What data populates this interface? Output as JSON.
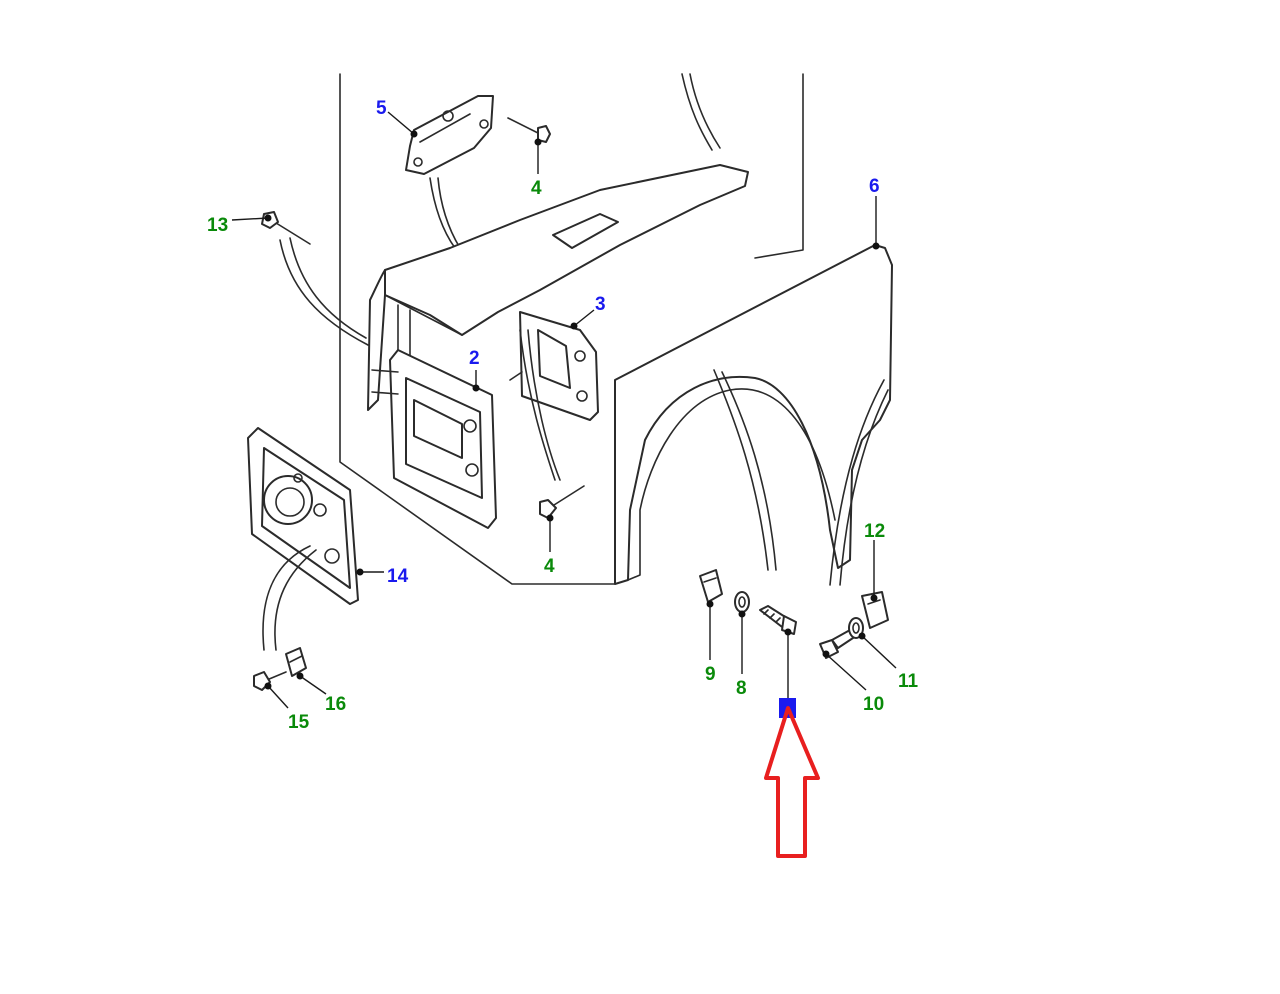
{
  "colors": {
    "label_blue": "#1a1aee",
    "label_green": "#0a8a0a",
    "arrow_red": "#e81f1f",
    "line": "#2b2b2b",
    "highlight_blue": "#1a1aee"
  },
  "callouts": [
    {
      "id": "2",
      "text": "2",
      "color": "blue"
    },
    {
      "id": "3",
      "text": "3",
      "color": "blue"
    },
    {
      "id": "4a",
      "text": "4",
      "color": "green"
    },
    {
      "id": "4b",
      "text": "4",
      "color": "green"
    },
    {
      "id": "5",
      "text": "5",
      "color": "blue"
    },
    {
      "id": "6",
      "text": "6",
      "color": "blue"
    },
    {
      "id": "8",
      "text": "8",
      "color": "green"
    },
    {
      "id": "9",
      "text": "9",
      "color": "green"
    },
    {
      "id": "10",
      "text": "10",
      "color": "green"
    },
    {
      "id": "11",
      "text": "11",
      "color": "green"
    },
    {
      "id": "12",
      "text": "12",
      "color": "green"
    },
    {
      "id": "13",
      "text": "13",
      "color": "green"
    },
    {
      "id": "14",
      "text": "14",
      "color": "blue"
    },
    {
      "id": "15",
      "text": "15",
      "color": "green"
    },
    {
      "id": "16",
      "text": "16",
      "color": "green"
    }
  ],
  "highlight_marker": {
    "text": "",
    "color": "highlight_blue"
  },
  "arrow": {
    "icon": "up-arrow-outline",
    "color": "arrow_red"
  }
}
